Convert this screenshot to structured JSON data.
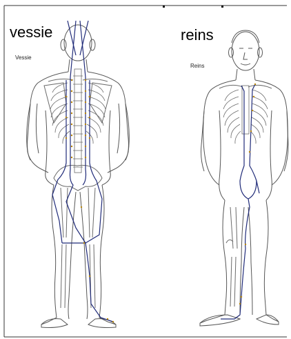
{
  "left_figure": {
    "title": "vessie",
    "label": "Vessie"
  },
  "right_figure": {
    "title": "reins",
    "label": "Reins"
  },
  "colors": {
    "meridian": "#1f2a78",
    "outline": "#555555",
    "bone": "#6a6a6a",
    "points": "#b8860b"
  }
}
